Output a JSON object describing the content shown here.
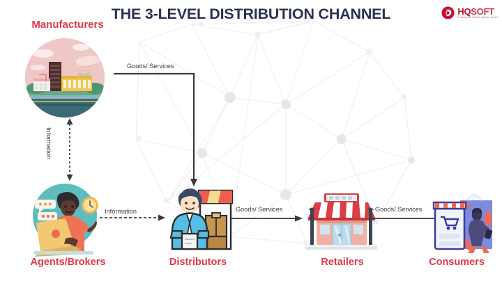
{
  "header": {
    "title": "THE 3-LEVEL DISTRIBUTION CHANNEL",
    "logo": {
      "name_part1": "HQ",
      "name_part2": "SOFT",
      "tagline": "Professional & Retail Solution Expert",
      "mark_icon": "hqsoft-swirl-logo-icon",
      "brand_color": "#c8102e"
    }
  },
  "diagram": {
    "title_color": "#2b3153",
    "node_label_color": "#e0384a",
    "connector_color": "#3a3a3a",
    "background_pattern": "network-node-pattern",
    "nodes": [
      {
        "id": "manufacturers",
        "label": "Manufacturers",
        "icon": "factory-circle-icon",
        "label_position": "above"
      },
      {
        "id": "agents",
        "label": "Agents/Brokers",
        "icon": "person-laptop-circle-icon",
        "label_position": "below"
      },
      {
        "id": "distributors",
        "label": "Distributors",
        "icon": "distributor-person-boxes-icon",
        "label_position": "below"
      },
      {
        "id": "retailers",
        "label": "Retailers",
        "icon": "storefront-awning-icon",
        "label_position": "below"
      },
      {
        "id": "consumers",
        "label": "Consumers",
        "icon": "shopping-bag-consumer-icon",
        "label_position": "below"
      }
    ],
    "connectors": [
      {
        "id": "goods-manufacturers-to-distributors",
        "label": "Goods/ Services",
        "style": "solid",
        "shape": "elbow",
        "from": "manufacturers",
        "to": "distributors",
        "arrow": "single"
      },
      {
        "id": "information-manufacturers-agents",
        "label": "Information",
        "style": "dashed",
        "shape": "vertical",
        "from": "manufacturers",
        "to": "agents",
        "arrow": "double"
      },
      {
        "id": "information-agents-to-distributors",
        "label": "Information",
        "style": "dashed",
        "shape": "horizontal",
        "from": "agents",
        "to": "distributors",
        "arrow": "single"
      },
      {
        "id": "goods-distributors-to-retailers",
        "label": "Goods/ Services",
        "style": "solid",
        "shape": "horizontal",
        "from": "distributors",
        "to": "retailers",
        "arrow": "single"
      },
      {
        "id": "goods-retailers-to-consumers",
        "label": "Goods/ Services",
        "style": "solid",
        "shape": "horizontal",
        "from": "retailers",
        "to": "consumers",
        "arrow": "single"
      }
    ]
  }
}
